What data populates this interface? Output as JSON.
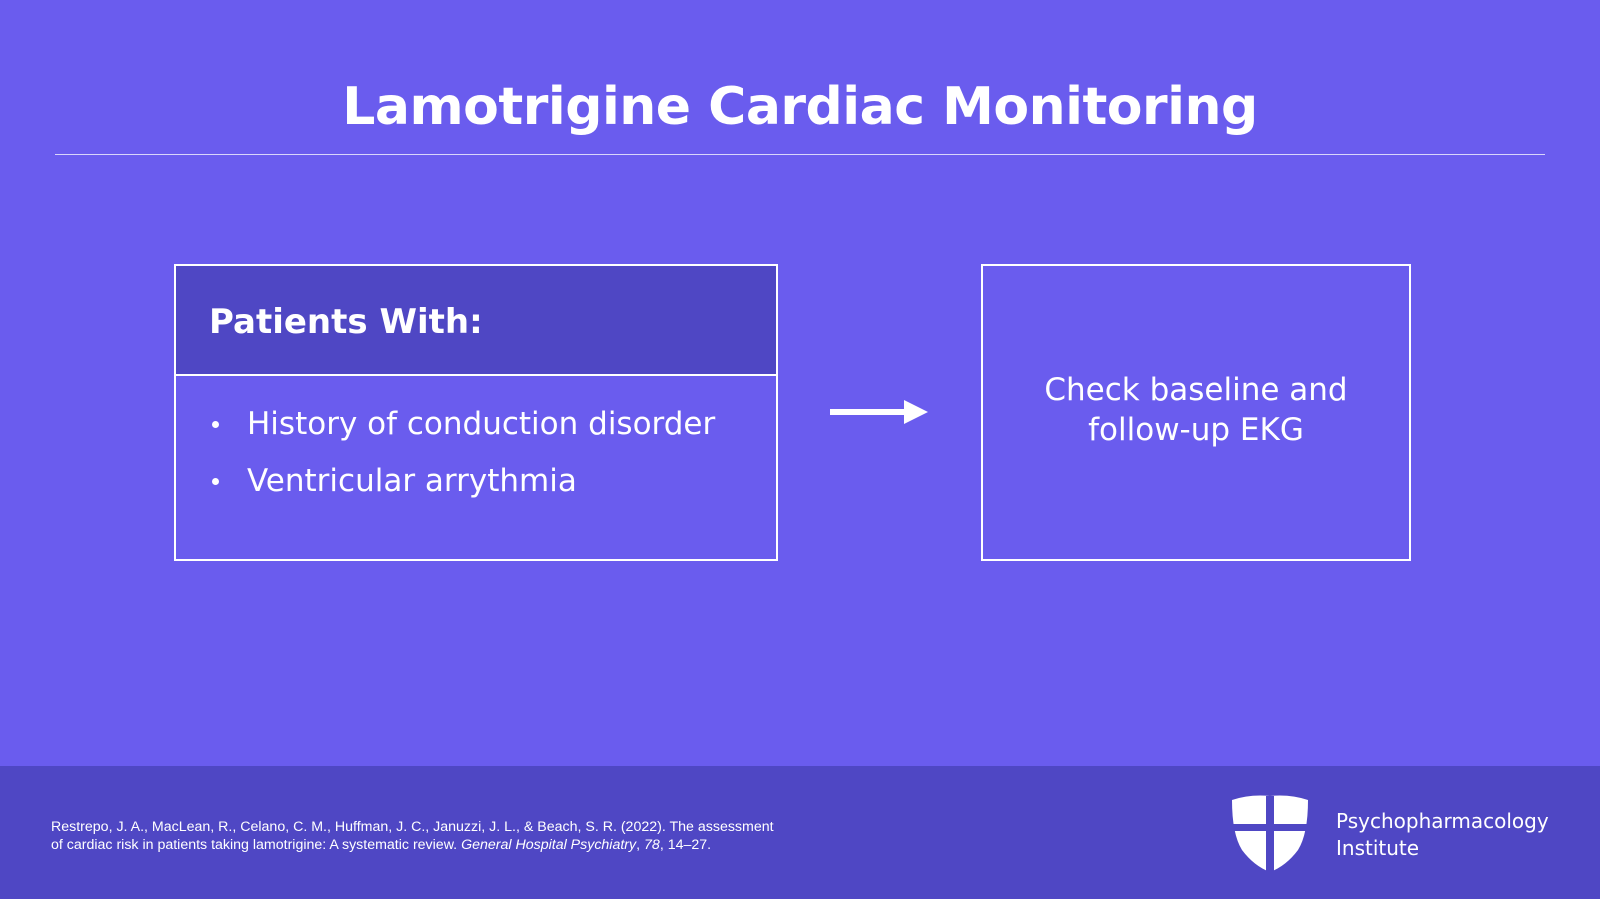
{
  "slide": {
    "title": "Lamotrigine Cardiac Monitoring"
  },
  "left_box": {
    "header": "Patients With:",
    "bullets": [
      "History of conduction disorder",
      "Ventricular arrythmia"
    ]
  },
  "right_box": {
    "line1": "Check baseline and",
    "line2": "follow-up EKG"
  },
  "footer": {
    "citation_line1": "Restrepo, J. A., MacLean, R., Celano, C. M., Huffman, J. C., Januzzi, J. L., & Beach, S. R. (2022). The assessment",
    "citation_line2_start": "of cardiac risk in patients taking lamotrigine: A systematic review.",
    "citation_journal": "General Hospital Psychiatry",
    "citation_sep": ",",
    "citation_volume": "78",
    "citation_pages": ", 14–27.",
    "logo_line1": "Psychopharmacology",
    "logo_line2": "Institute"
  },
  "colors": {
    "background": "#6A5CEE",
    "header_fill": "#4F47C4",
    "footer_fill": "#4F47C4",
    "text": "#FFFFFF"
  },
  "icons": {
    "arrow": "arrow-right-icon",
    "logo": "shield-icon"
  }
}
